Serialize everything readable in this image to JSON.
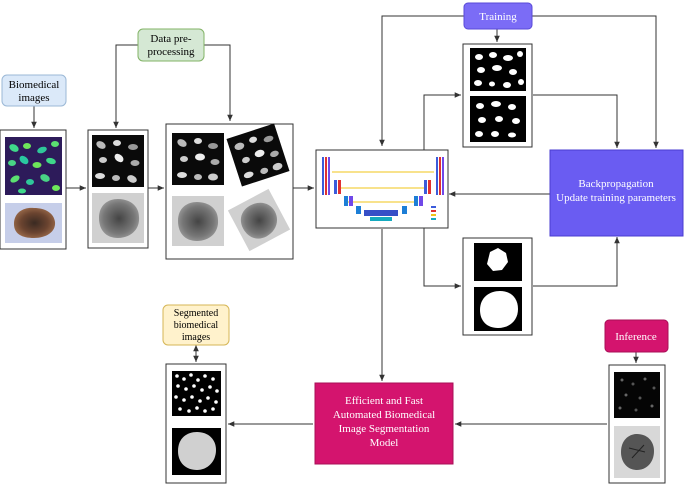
{
  "labels": {
    "biomedical_images": [
      "Biomedical",
      "images"
    ],
    "data_preprocessing": [
      "Data pre-",
      "processing"
    ],
    "training": "Training",
    "backpropagation": [
      "Backpropagation",
      "Update training parameters"
    ],
    "model": [
      "Efficient and Fast",
      "Automated Biomedical",
      "Image Segmentation",
      "Model"
    ],
    "inference": "Inference",
    "segmented_images": [
      "Segmented",
      "biomedical",
      "images"
    ]
  },
  "colors": {
    "biomedical_box": "#dbe9f9",
    "preprocessing_box": "#d5e8d4",
    "training_box": "#7b6cf6",
    "backprop_box": "#6a5cf2",
    "model_box": "#d4146e",
    "inference_box": "#d4146e",
    "segmented_box": "#fff2cc",
    "arrow": "#333333"
  },
  "icons": {
    "cell_image": "fluorescent-cells-image",
    "lesion_image": "skin-lesion-image",
    "mask_image": "binary-mask-image",
    "network_image": "unet-architecture-image"
  }
}
